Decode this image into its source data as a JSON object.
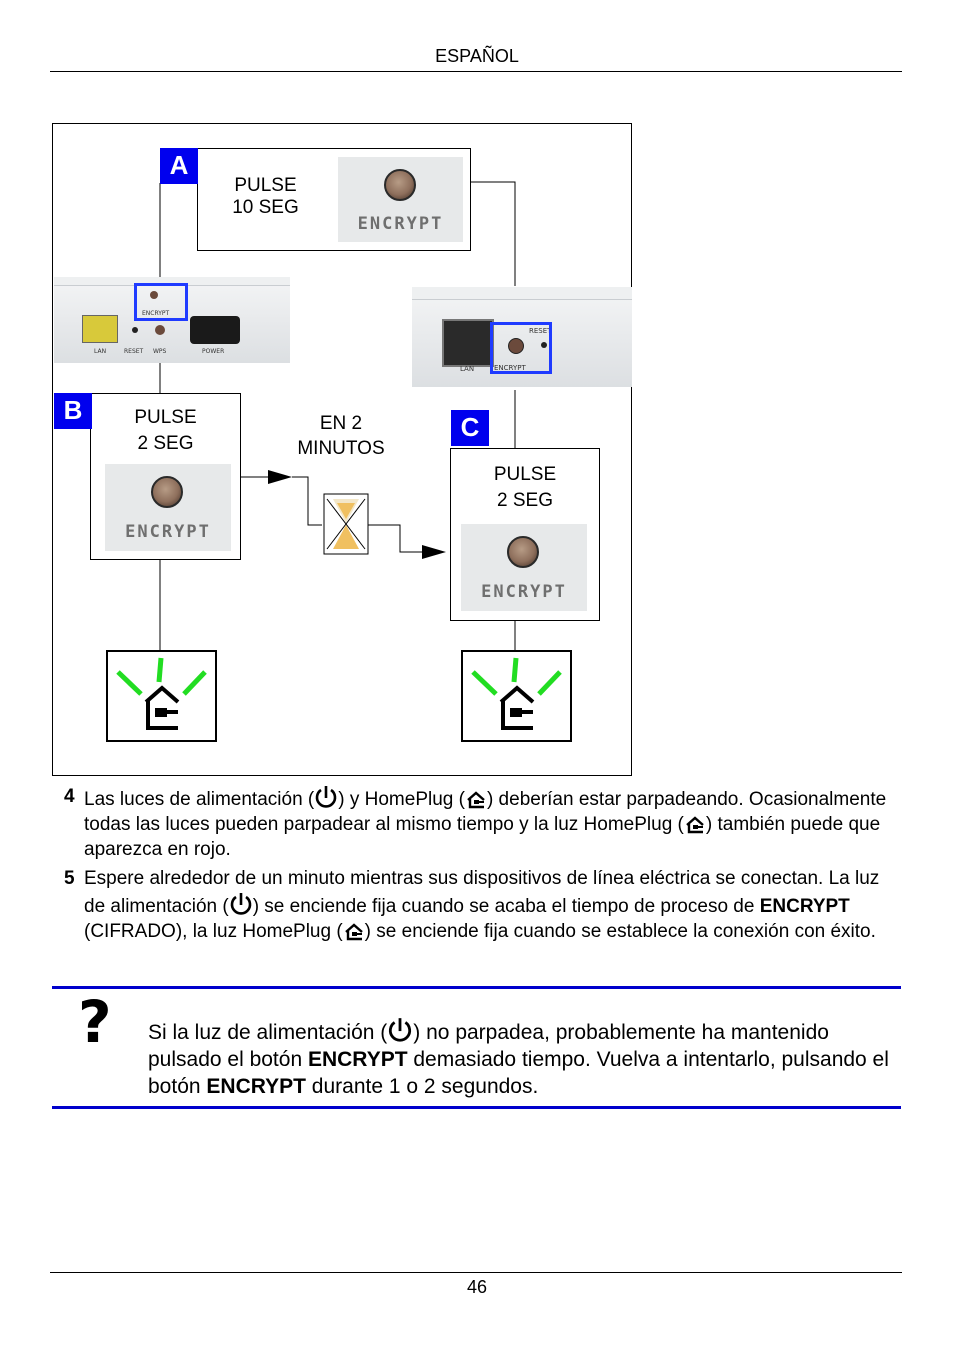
{
  "header": {
    "section": "ESPAÑOL"
  },
  "figure": {
    "step_a": {
      "badge": "A",
      "line1": "PULSE",
      "line2": "10 SEG",
      "button_caption": "ENCRYPT"
    },
    "step_b": {
      "badge": "B",
      "line1": "PULSE",
      "line2": "2 SEG",
      "button_caption": "ENCRYPT"
    },
    "step_c": {
      "badge": "C",
      "line1": "PULSE",
      "line2": "2 SEG",
      "button_caption": "ENCRYPT"
    },
    "timer": {
      "line1": "EN 2",
      "line2": "MINUTOS"
    },
    "device_left_labels": {
      "encrypt": "ENCRYPT",
      "lan": "LAN",
      "reset": "RESET",
      "wps": "WPS",
      "power": "POWER"
    },
    "device_right_labels": {
      "lan": "LAN",
      "encrypt": "ENCRYPT",
      "reset": "RESET"
    }
  },
  "steps": [
    {
      "num": "4",
      "t1": "Las luces de alimentación (",
      "t2": ") y HomePlug (",
      "t3": ")  deberían estar parpadeando. Ocasionalmente todas las luces pueden parpadear al mismo tiempo y la luz HomePlug (",
      "t4": ") también puede que aparezca en rojo."
    },
    {
      "num": "5",
      "t1": "Espere alrededor de un minuto mientras sus dispositivos de línea eléctrica se conectan. La luz de alimentación (",
      "t2": ") se enciende fija cuando se acaba el tiempo de proceso de ",
      "b1": "ENCRYPT",
      "t3": " (CIFRADO), la luz HomePlug (",
      "t4": ") se enciende fija cuando se establece la conexión con éxito."
    }
  ],
  "note": {
    "symbol": "?",
    "t1": "Si la luz de alimentación (",
    "t2": ") no parpadea, probablemente ha mantenido pulsado el botón ",
    "b1": "ENCRYPT",
    "t3": " demasiado tiempo. Vuelva a intentarlo, pulsando el botón ",
    "b2": "ENCRYPT",
    "t4": " durante 1 o 2 segundos."
  },
  "footer": {
    "page_number": "46"
  },
  "colors": {
    "badge": "#0000ee",
    "highlight": "#1f3bff",
    "note_bar": "#0000cc",
    "led_green": "#22dd22",
    "hourglass_sand": "#f0c060"
  },
  "icons": {
    "power": "power-icon",
    "homeplug": "homeplug-icon",
    "hourglass": "hourglass-icon",
    "arrow": "arrow-right-icon"
  }
}
